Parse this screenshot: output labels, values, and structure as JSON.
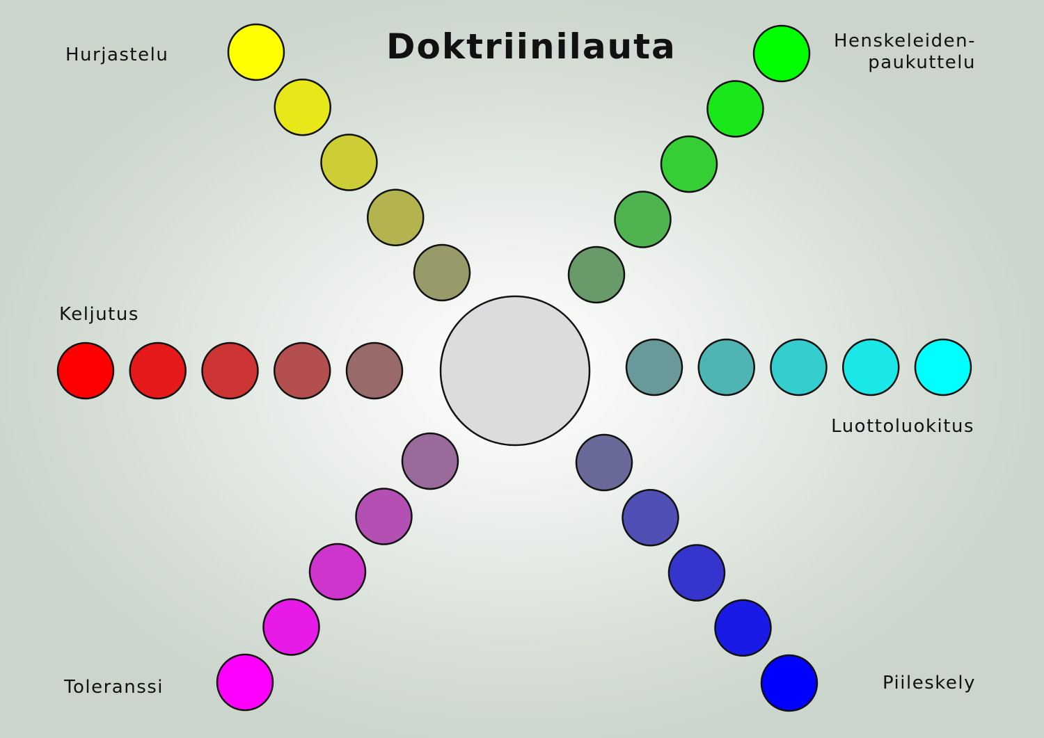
{
  "board": {
    "title": "Doktriinilauta",
    "center": {
      "color": "#dbdcde"
    },
    "doctrines": [
      {
        "id": "hurjastelu",
        "name": "Hurjastelu",
        "colors": [
          "#999a6a",
          "#b3b44f",
          "#cdce35",
          "#e7e71a",
          "#ffff00"
        ]
      },
      {
        "id": "henskeleiden",
        "name": "Henskeleiden-\npaukuttelu",
        "colors": [
          "#699a6a",
          "#4fb44f",
          "#35ce35",
          "#1ae71a",
          "#00ff00"
        ]
      },
      {
        "id": "keljutus",
        "name": "Keljutus",
        "colors": [
          "#996a6a",
          "#b34f4f",
          "#cd3535",
          "#e61a1a",
          "#ff0000"
        ]
      },
      {
        "id": "luottoluokitus",
        "name": "Luottoluokitus",
        "colors": [
          "#699a9a",
          "#4fb4b4",
          "#35cece",
          "#1ae7e7",
          "#00ffff"
        ]
      },
      {
        "id": "toleranssi",
        "name": "Toleranssi",
        "colors": [
          "#9a6a9a",
          "#b44fb4",
          "#cd35cd",
          "#e71ae7",
          "#ff00ff"
        ]
      },
      {
        "id": "piileskely",
        "name": "Piileskely",
        "colors": [
          "#6a6a9a",
          "#4f4fb4",
          "#3535ce",
          "#1a1ae7",
          "#0000ff"
        ]
      }
    ]
  }
}
